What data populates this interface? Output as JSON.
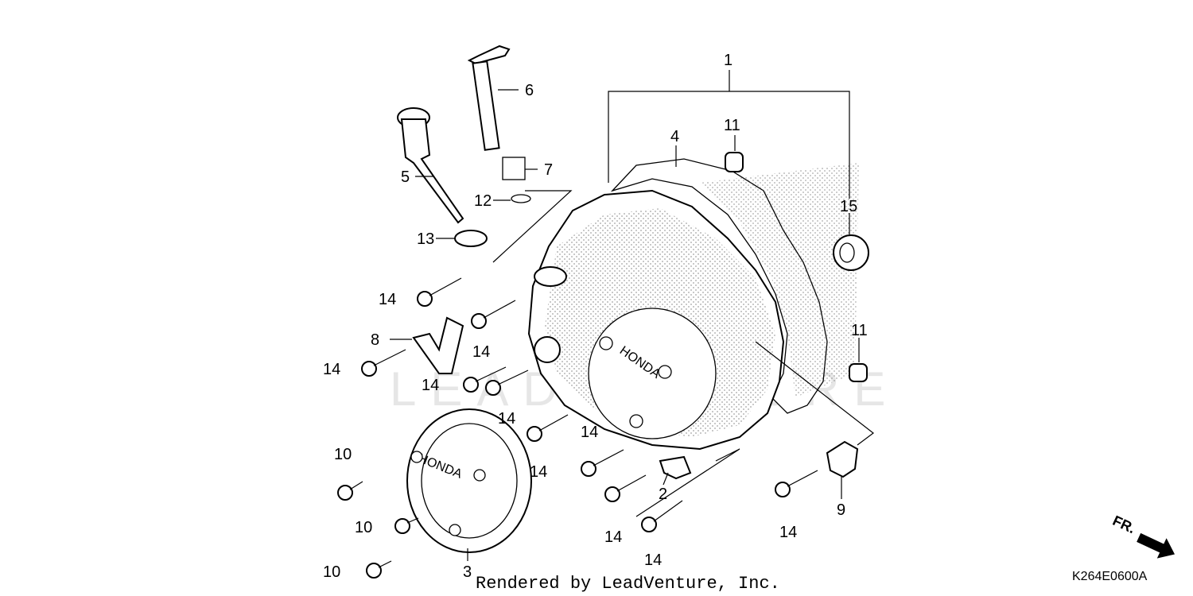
{
  "watermark": "LEADVENTURE",
  "footer": "Rendered by LeadVenture, Inc.",
  "diagram_code": "K264E0600A",
  "direction_label": "FR.",
  "callouts": {
    "c1": "1",
    "c2": "2",
    "c3": "3",
    "c4": "4",
    "c5": "5",
    "c6": "6",
    "c7": "7",
    "c8": "8",
    "c9": "9",
    "c10a": "10",
    "c10b": "10",
    "c10c": "10",
    "c11a": "11",
    "c11b": "11",
    "c12": "12",
    "c13": "13",
    "c14a": "14",
    "c14b": "14",
    "c14c": "14",
    "c14d": "14",
    "c14e": "14",
    "c14f": "14",
    "c14g": "14",
    "c14h": "14",
    "c14i": "14",
    "c14j": "14",
    "c15": "15"
  },
  "cover_branding": "HONDA"
}
